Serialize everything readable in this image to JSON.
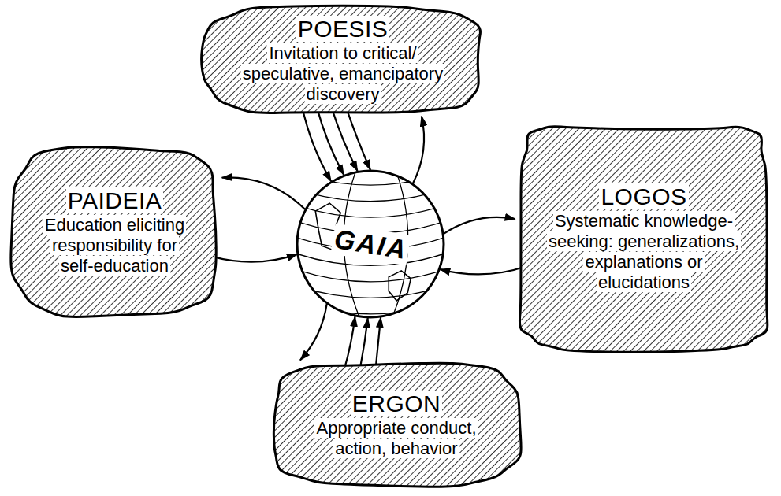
{
  "diagram": {
    "nodes": [
      {
        "text": [
          "POESIS",
          "Invitation to critical/ speculative, emancipatory discovery"
        ]
      },
      {
        "text": [
          "PAIDEIA",
          "Education eliciting responsibility for self-education"
        ]
      },
      {
        "text": [
          "GAIA"
        ]
      },
      {
        "text": [
          "LOGOS",
          "Systematic knowledge-seeking: generalizations, explanations or elucidations"
        ]
      },
      {
        "text": [
          "ERGON",
          "Appropriate conduct, action, behavior"
        ]
      }
    ],
    "edges": [
      {
        "from": 0,
        "to": 2,
        "arrow": "to"
      },
      {
        "from": 0,
        "to": 2,
        "arrow": "to"
      },
      {
        "from": 0,
        "to": 2,
        "arrow": "to"
      },
      {
        "from": 0,
        "to": 2,
        "arrow": "to"
      },
      {
        "from": 2,
        "to": 0,
        "arrow": "to"
      },
      {
        "from": 2,
        "to": 1,
        "arrow": "to"
      },
      {
        "from": 1,
        "to": 2,
        "arrow": "to"
      },
      {
        "from": 2,
        "to": 3,
        "arrow": "to"
      },
      {
        "from": 3,
        "to": 2,
        "arrow": "to"
      },
      {
        "from": 2,
        "to": 4,
        "arrow": "to"
      },
      {
        "from": 4,
        "to": 2,
        "arrow": "to"
      },
      {
        "from": 4,
        "to": 2,
        "arrow": "to"
      },
      {
        "from": 4,
        "to": 2,
        "arrow": "to"
      }
    ]
  }
}
